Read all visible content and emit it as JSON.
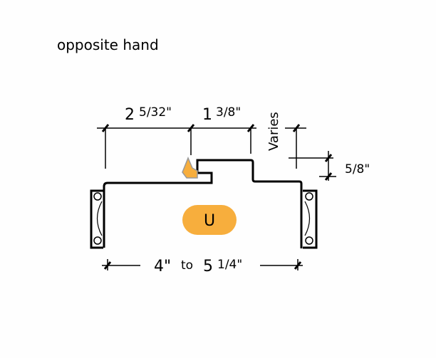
{
  "title": "opposite hand",
  "dimensions": {
    "width_left_whole": "2",
    "width_left_frac": "5/32\"",
    "width_mid_whole": "1",
    "width_mid_frac": "3/8\"",
    "varies": "Varies",
    "rabbet": "5/8\"",
    "depth_min": "4\"",
    "depth_to": "to",
    "depth_max_whole": "5",
    "depth_max_frac": "1/4\""
  },
  "profile_label": "U",
  "colors": {
    "badge": "#F7AE3D",
    "weatherstrip": "#F7AE3D",
    "line": "#000000"
  }
}
